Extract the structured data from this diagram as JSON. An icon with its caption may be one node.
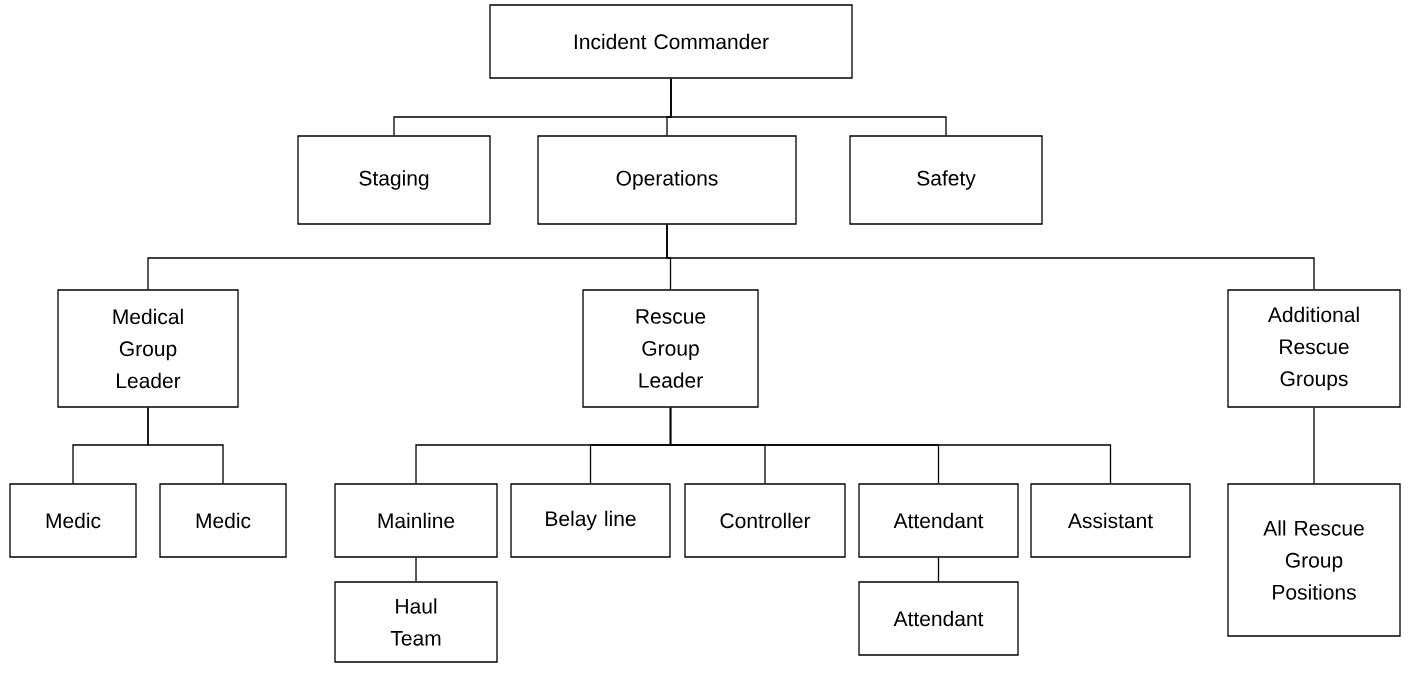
{
  "diagram": {
    "nodes": [
      {
        "text": [
          "Incident Commander"
        ]
      },
      {
        "text": [
          "Staging"
        ]
      },
      {
        "text": [
          "Operations"
        ]
      },
      {
        "text": [
          "Safety"
        ]
      },
      {
        "text": [
          "Medical Group Leader"
        ]
      },
      {
        "text": [
          "Rescue Group Leader"
        ]
      },
      {
        "text": [
          "Additional Rescue Groups"
        ]
      },
      {
        "text": [
          "Medic"
        ]
      },
      {
        "text": [
          "Medic"
        ]
      },
      {
        "text": [
          "Mainline"
        ]
      },
      {
        "text": [
          "Belay line"
        ]
      },
      {
        "text": [
          "Controller"
        ]
      },
      {
        "text": [
          "Attendant"
        ]
      },
      {
        "text": [
          "Assistant"
        ]
      },
      {
        "text": [
          "All Rescue Group Positions"
        ]
      },
      {
        "text": [
          "Haul Team"
        ]
      },
      {
        "text": [
          "Attendant"
        ]
      }
    ],
    "edges": [
      {
        "from": 0,
        "to": 1,
        "arrow": "none"
      },
      {
        "from": 0,
        "to": 2,
        "arrow": "none"
      },
      {
        "from": 0,
        "to": 3,
        "arrow": "none"
      },
      {
        "from": 2,
        "to": 4,
        "arrow": "none"
      },
      {
        "from": 2,
        "to": 5,
        "arrow": "none"
      },
      {
        "from": 2,
        "to": 6,
        "arrow": "none"
      },
      {
        "from": 4,
        "to": 7,
        "arrow": "none"
      },
      {
        "from": 4,
        "to": 8,
        "arrow": "none"
      },
      {
        "from": 5,
        "to": 9,
        "arrow": "none"
      },
      {
        "from": 5,
        "to": 10,
        "arrow": "none"
      },
      {
        "from": 5,
        "to": 11,
        "arrow": "none"
      },
      {
        "from": 5,
        "to": 12,
        "arrow": "none"
      },
      {
        "from": 5,
        "to": 13,
        "arrow": "none"
      },
      {
        "from": 6,
        "to": 14,
        "arrow": "none"
      },
      {
        "from": 9,
        "to": 15,
        "arrow": "none"
      },
      {
        "from": 12,
        "to": 16,
        "arrow": "none"
      }
    ]
  }
}
